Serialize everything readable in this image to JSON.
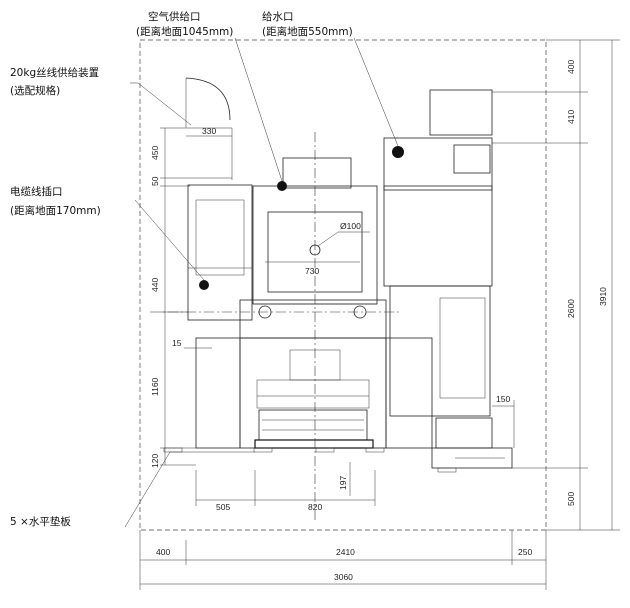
{
  "labels": {
    "air_port": {
      "title": "空气供给口",
      "sub": "(距离地面1045mm)"
    },
    "water_port": {
      "title": "给水口",
      "sub": "(距离地面550mm)"
    },
    "wire_feeder": {
      "title": "20kg丝线供给装置",
      "sub": "(选配规格)"
    },
    "cable_inlet": {
      "title": "电缆线插口",
      "sub": "(距离地面170mm)"
    },
    "leveling_pads": {
      "title": "5 ×水平垫板"
    }
  },
  "dimensions": {
    "feeder_width": "330",
    "feeder_height": "450",
    "feeder_gap": "50",
    "cable_height": "440",
    "small_offset": "15",
    "table_height": "1160",
    "base_height": "120",
    "hole_diameter": "Ø100",
    "hole_offset": "730",
    "pad_height": "197",
    "pad_offset_left": "505",
    "pad_span": "820",
    "right_offset": "150",
    "right_top": "400",
    "right_second": "410",
    "right_main": "2600",
    "right_bottom": "500",
    "overall_height": "3910",
    "left_clearance": "400",
    "machine_width": "2410",
    "right_clearance": "250",
    "overall_width": "3060"
  }
}
